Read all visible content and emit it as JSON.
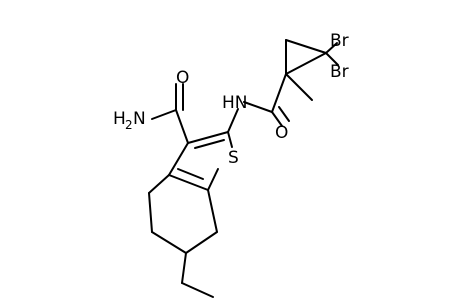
{
  "molecule": {
    "labels": {
      "carbonyl_oxygen_left": "O",
      "carbonyl_oxygen_right": "O",
      "amide_nitrogen": "HN",
      "amino_h": "H",
      "amino_sub": "2",
      "amino_n": "N",
      "sulfur": "S",
      "bromine_top": "Br",
      "bromine_bottom": "Br"
    }
  }
}
